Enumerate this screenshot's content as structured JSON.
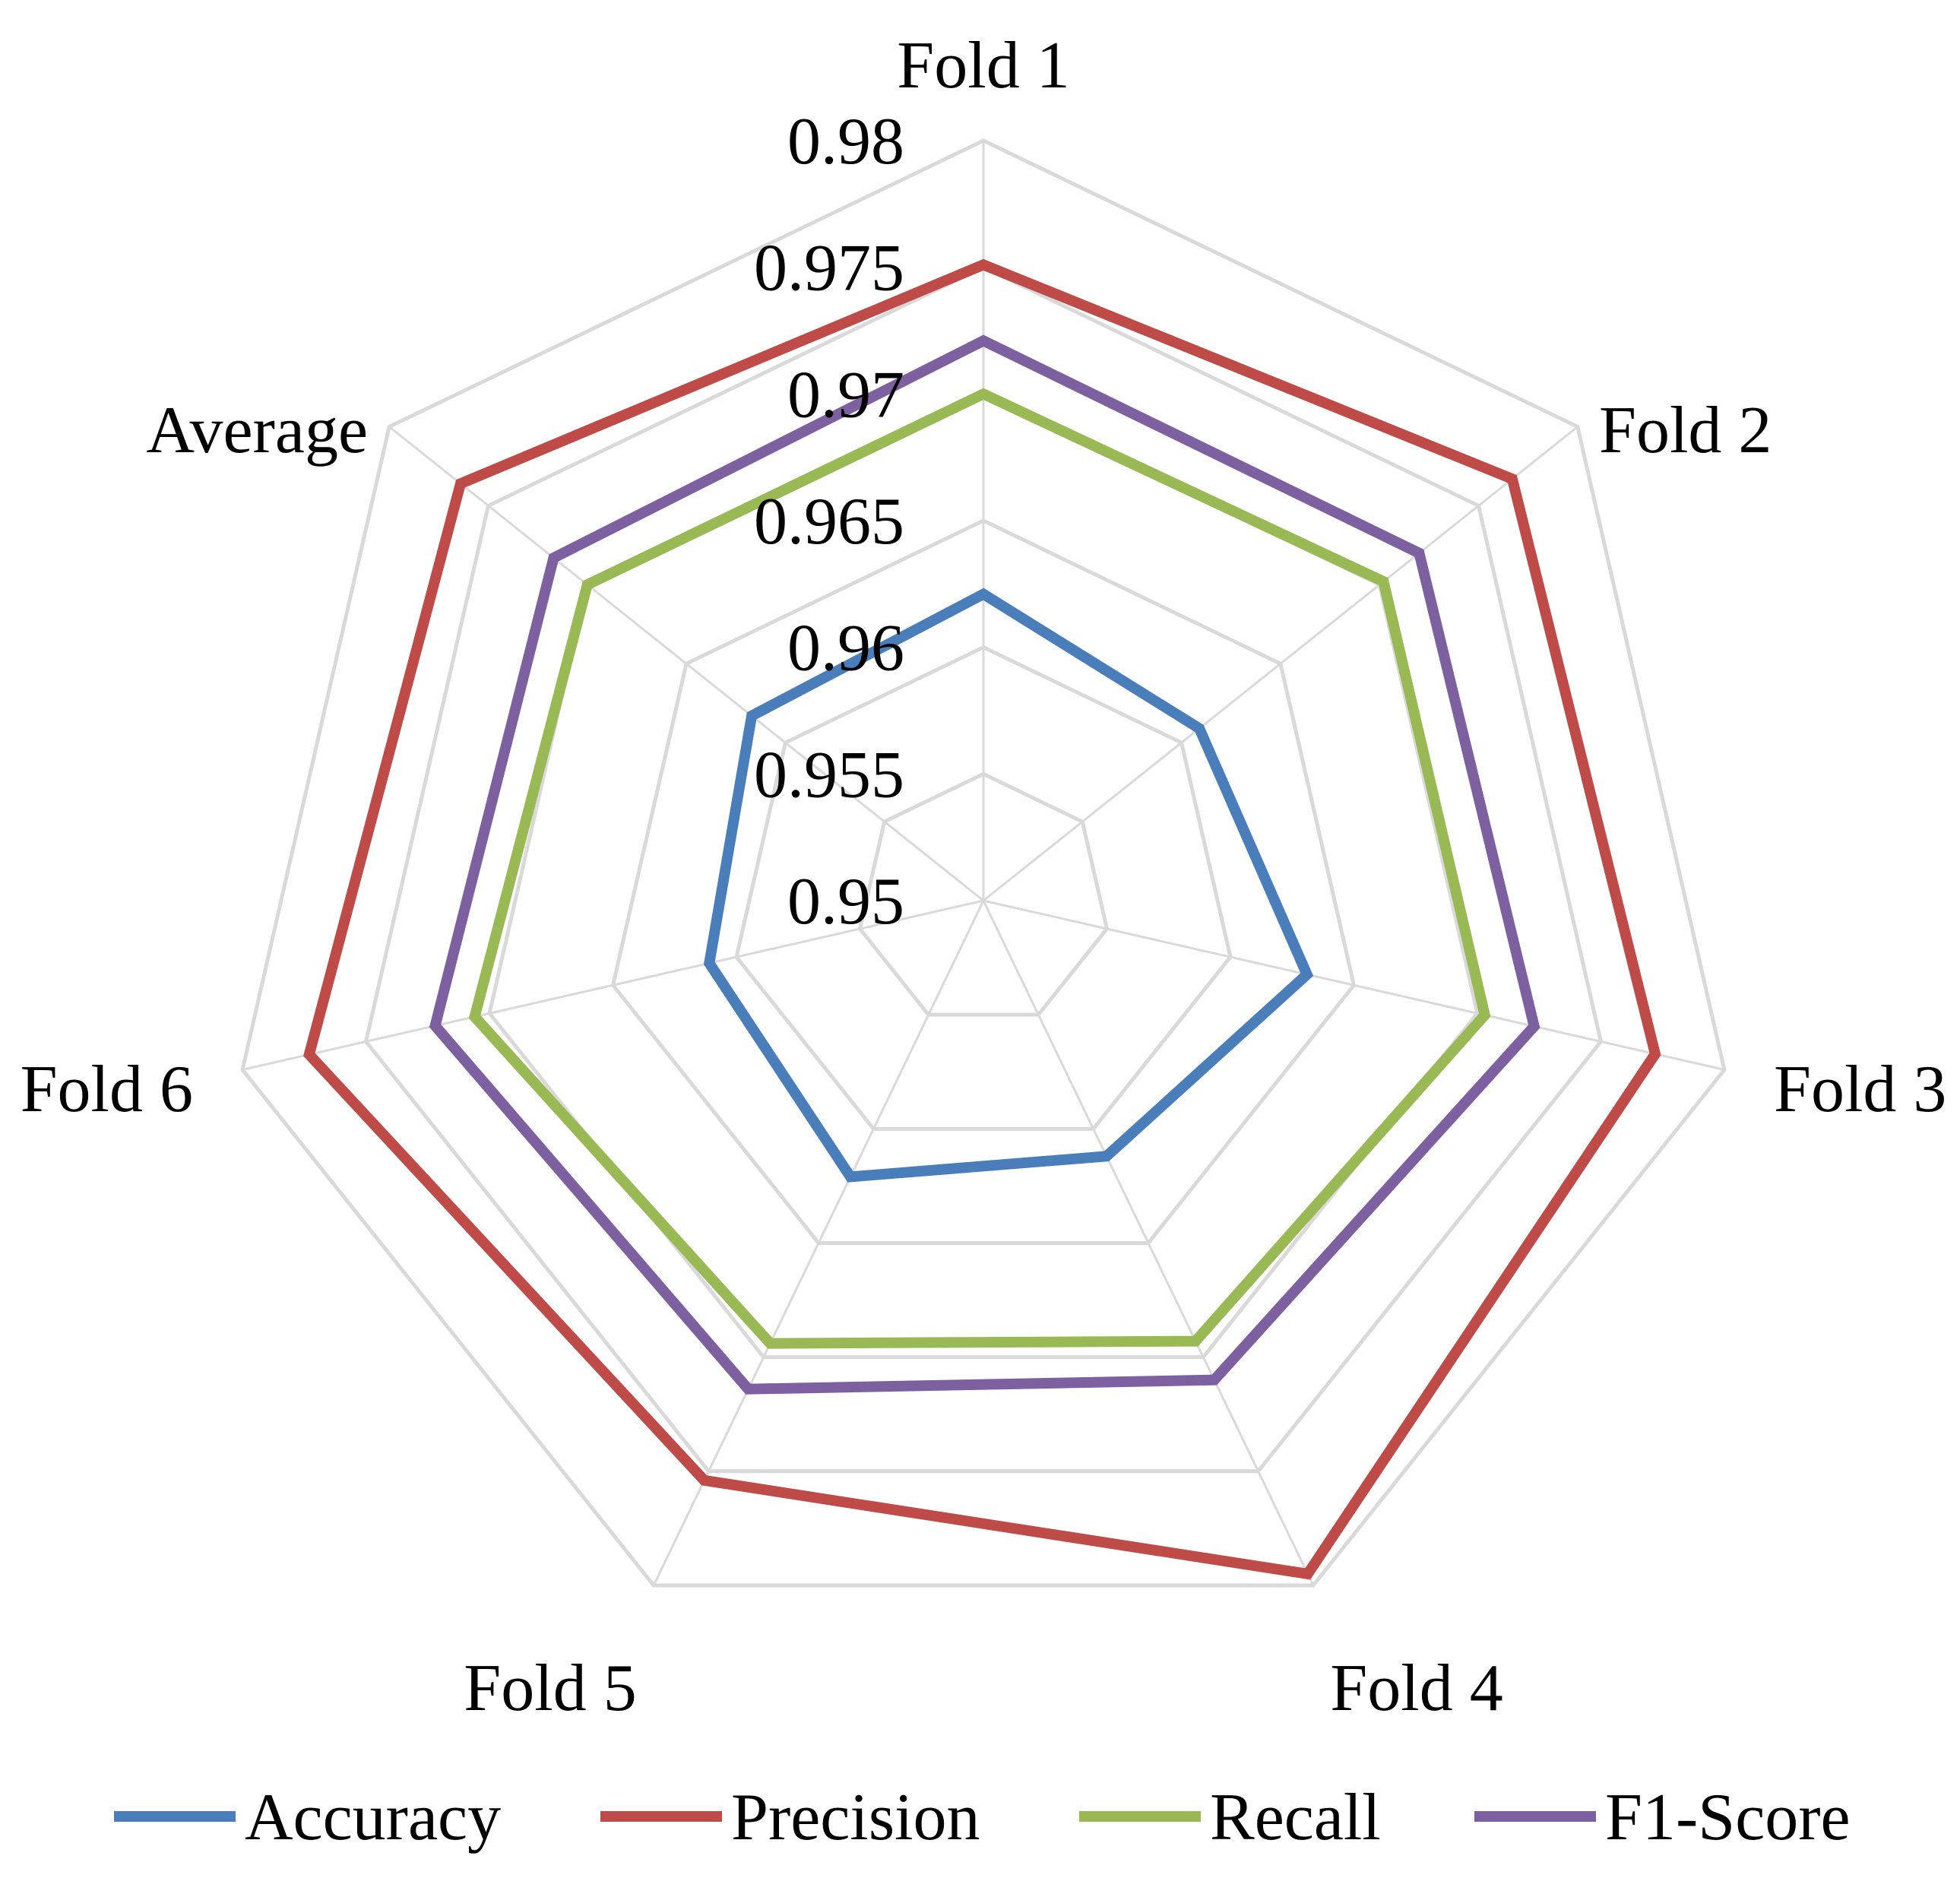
{
  "chart_data": {
    "type": "radar",
    "title": "",
    "categories": [
      "Fold 1",
      "Fold 2",
      "Fold 3",
      "Fold 4",
      "Fold 5",
      "Fold 6",
      "Average"
    ],
    "rlim": [
      0.95,
      0.98
    ],
    "ticks": [
      0.95,
      0.955,
      0.96,
      0.965,
      0.97,
      0.975,
      0.98
    ],
    "tick_labels": [
      "0.95",
      "0.955",
      "0.96",
      "0.965",
      "0.97",
      "0.975",
      "0.98"
    ],
    "grid": true,
    "legend_position": "bottom",
    "series": [
      {
        "name": "Accuracy",
        "color": "#4a7ebb",
        "values": [
          0.9621,
          0.9609,
          0.9631,
          0.9612,
          0.9621,
          0.9611,
          0.9617
        ]
      },
      {
        "name": "Precision",
        "color": "#be4b48",
        "values": [
          0.9751,
          0.9767,
          0.9772,
          0.9795,
          0.9754,
          0.9773,
          0.9764
        ]
      },
      {
        "name": "Recall",
        "color": "#98b954",
        "values": [
          0.97,
          0.9702,
          0.9703,
          0.9693,
          0.9694,
          0.9706,
          0.97
        ]
      },
      {
        "name": "F1-Score",
        "color": "#7d60a0",
        "values": [
          0.9721,
          0.972,
          0.9723,
          0.971,
          0.9714,
          0.9722,
          0.9717
        ]
      }
    ]
  }
}
